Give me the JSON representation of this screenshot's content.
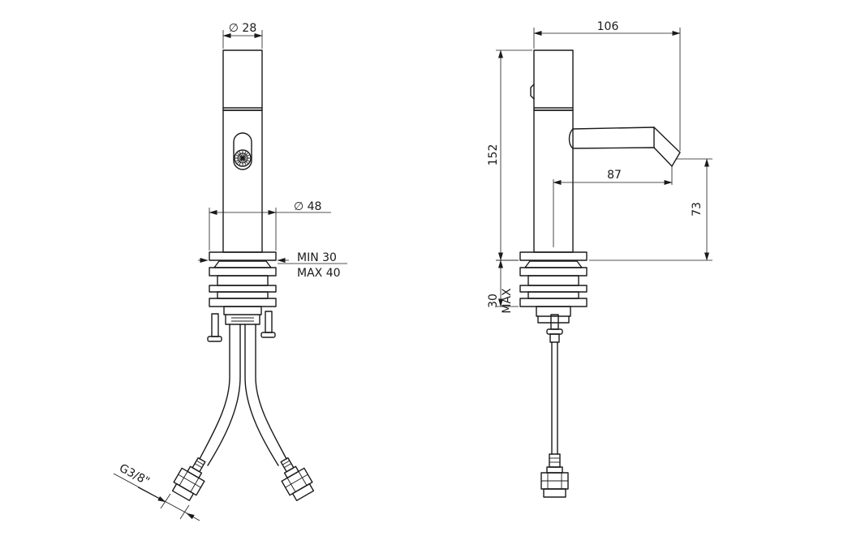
{
  "drawing": {
    "front_view": {
      "body_diameter_label": "∅ 28",
      "base_diameter_label": "∅ 48",
      "deck_min_label": "MIN 30",
      "deck_max_label": "MAX 40",
      "thread_label": "G3/8\""
    },
    "side_view": {
      "overall_projection_label": "106",
      "height_label": "152",
      "spout_reach_label": "87",
      "spout_height_label": "73",
      "deck_thickness_label": "30",
      "deck_thickness_suffix": "MAX"
    }
  }
}
